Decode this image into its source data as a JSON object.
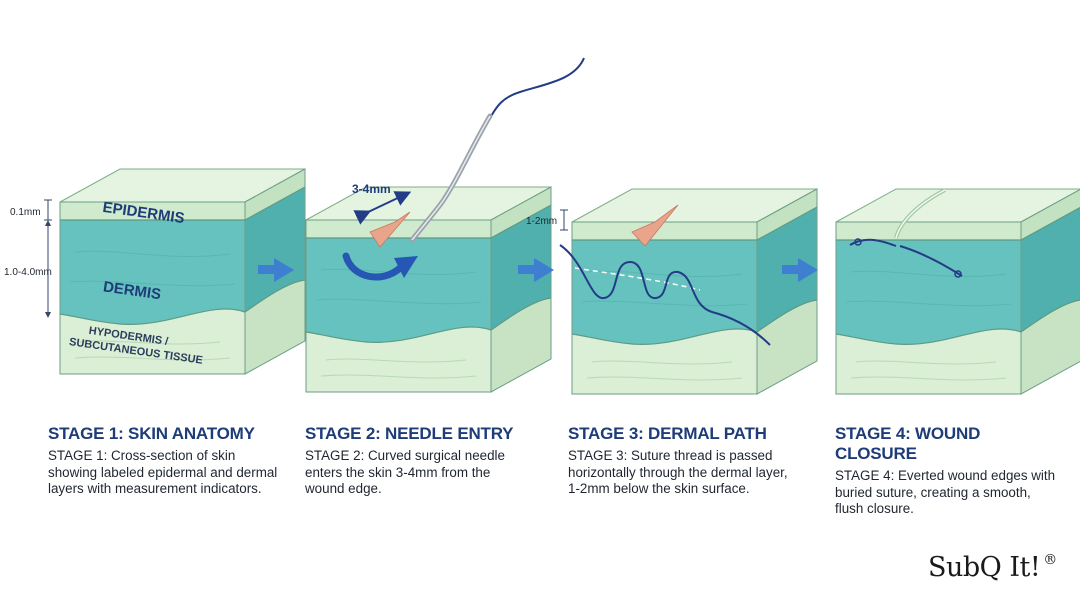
{
  "diagram": {
    "colors": {
      "epidermis": "#d3ebd2",
      "dermis": "#66c2bf",
      "hypodermis": "#dbeed6",
      "suture": "#243c86",
      "arrow": "#3e7fd1",
      "wound": "#e8a58c"
    },
    "stage1": {
      "label_epidermis": "EPIDERMIS",
      "label_dermis": "DERMIS",
      "label_hypodermis_line1": "HYPODERMIS /",
      "label_hypodermis_line2": "SUBCUTANEOUS TISSUE",
      "measure_epidermis": "0.1mm",
      "measure_dermis": "1.0-4.0mm"
    },
    "stage2": {
      "measure_entry": "3-4mm"
    },
    "stage3": {
      "measure_depth": "1-2mm"
    },
    "stage_arrows": 3
  },
  "captions": [
    {
      "title": "STAGE 1: SKIN ANATOMY",
      "body": "STAGE 1: Cross-section of skin showing labeled epidermal and dermal layers with measurement indicators."
    },
    {
      "title": "STAGE 2: NEEDLE ENTRY",
      "body": "STAGE 2: Curved surgical needle enters the skin 3-4mm from the wound edge."
    },
    {
      "title": "STAGE 3: DERMAL PATH",
      "body": "STAGE 3: Suture thread is passed horizontally through the dermal layer, 1-2mm below the skin surface."
    },
    {
      "title": "STAGE 4: WOUND CLOSURE",
      "body": "STAGE 4: Everted wound edges with buried suture, creating a smooth, flush closure."
    }
  ],
  "brand": {
    "name": "SubQ It!",
    "mark": "®"
  }
}
